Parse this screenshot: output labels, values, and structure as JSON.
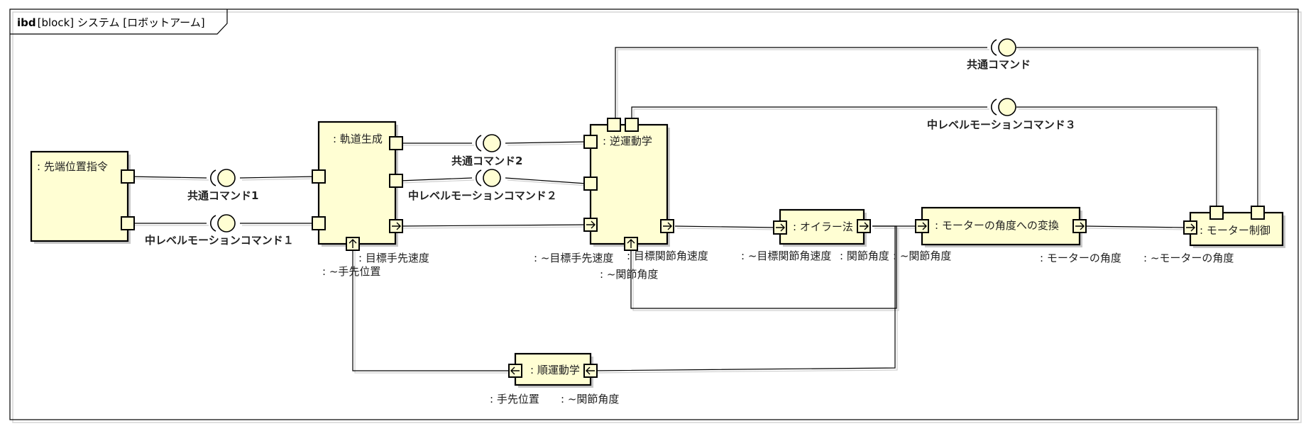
{
  "frame": {
    "keyword": "ibd",
    "title": "[block] システム [ロボットアーム]"
  },
  "blocks": {
    "tip_command": ": 先端位置指令",
    "trajectory": ": 軌道生成",
    "inverse_kin": ": 逆運動学",
    "euler": ": オイラー法",
    "motor_convert": ": モーターの角度への変換",
    "motor_control": ": モーター制御",
    "forward_kin": ": 順運動学"
  },
  "interfaces": {
    "common_cmd_1": "共通コマンド1",
    "mid_cmd_1": "中レベルモーションコマンド１",
    "common_cmd_2": "共通コマンド2",
    "mid_cmd_2": "中レベルモーションコマンド２",
    "common_cmd": "共通コマンド",
    "mid_cmd_3": "中レベルモーションコマンド３"
  },
  "ports": {
    "traj_target_vel": ": 目標手先速度",
    "traj_hand_pos": ": ~手先位置",
    "ik_target_vel": ": ~目標手先速度",
    "ik_joint_vel": ": 目標関節角速度",
    "ik_joint_angle": ": ~関節角度",
    "euler_in": ": ~目標関節角速度",
    "euler_out": ": 関節角度",
    "conv_in": ": ~関節角度",
    "conv_out": ": モーターの角度",
    "mc_in": ": ~モーターの角度",
    "fk_hand_pos": ": 手先位置",
    "fk_joint_angle": ": ~関節角度"
  },
  "colors": {
    "block_fill": "#fffed3",
    "shadow": "#c8c8c8",
    "line": "#000000"
  }
}
